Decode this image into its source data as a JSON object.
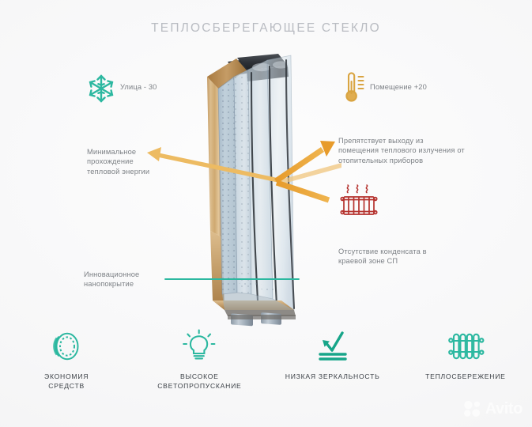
{
  "page": {
    "title": "ТЕПЛОСБЕРЕГАЮЩЕЕ СТЕКЛО",
    "background_color": "#f5f5f6",
    "accent_teal": "#2cb8a0",
    "accent_orange": "#e8a033",
    "accent_red": "#b5322e",
    "accent_gold": "#d9a441",
    "text_color": "#7c8085",
    "title_color": "#b9bcc2"
  },
  "callouts": {
    "outside": {
      "icon": "snowflake-icon",
      "label": "Улица - 30",
      "color": "#2cb8a0"
    },
    "inside": {
      "icon": "thermometer-icon",
      "label": "Помещение +20",
      "color": "#d9a441"
    },
    "left_note": {
      "lines": [
        "Минимальное",
        "прохождение",
        "тепловой энергии"
      ],
      "text": "Минимальное\nпрохождение\nтепловой энергии"
    },
    "right_note": {
      "lines": [
        "Препятствует выходу из",
        "помещения теплового излучения от",
        "отопительных приборов"
      ],
      "text": "Препятствует выходу из\nпомещения теплового излучения от\nотопительных приборов"
    },
    "condensation_note": {
      "lines": [
        "Отсутствие конденсата в",
        "краевой зоне СП"
      ],
      "text": "Отсутствие конденсата в\nкраевой зоне СП"
    },
    "nanocoating_note": {
      "lines": [
        "Инновационное",
        "нанопокрытие"
      ],
      "text": "Инновационное\nнанопокрытие"
    },
    "radiator": {
      "icon": "radiator-heat-icon",
      "color": "#b5322e"
    }
  },
  "features": [
    {
      "icon": "coin-icon",
      "label": "ЭКОНОМИЯ\nСРЕДСТВ",
      "color": "#2cb8a0"
    },
    {
      "icon": "lightbulb-icon",
      "label": "ВЫСОКОЕ\nСВЕТОПРОПУСКАНИЕ",
      "color": "#2cb8a0"
    },
    {
      "icon": "low-reflectivity-icon",
      "label": "НИЗКАЯ ЗЕРКАЛЬНОСТЬ",
      "color": "#17a589"
    },
    {
      "icon": "radiator-icon",
      "label": "ТЕПЛОСБЕРЕЖЕНИЕ",
      "color": "#2cb8a0"
    }
  ],
  "diagram": {
    "name": "insulated-glass-unit-cutaway",
    "description": "Трёхкамерный стеклопакет в деревянной раме, вид в перспективе",
    "arrows": [
      {
        "name": "reflected-heat-arrow",
        "direction": "up-right",
        "color": "#e8a033"
      },
      {
        "name": "incoming-heat-arrow",
        "direction": "from-lower-right",
        "color": "#e8a033"
      },
      {
        "name": "transmitted-heat-arrow",
        "direction": "left",
        "color": "#edbb62"
      }
    ]
  },
  "watermark": {
    "text": "Avito"
  }
}
